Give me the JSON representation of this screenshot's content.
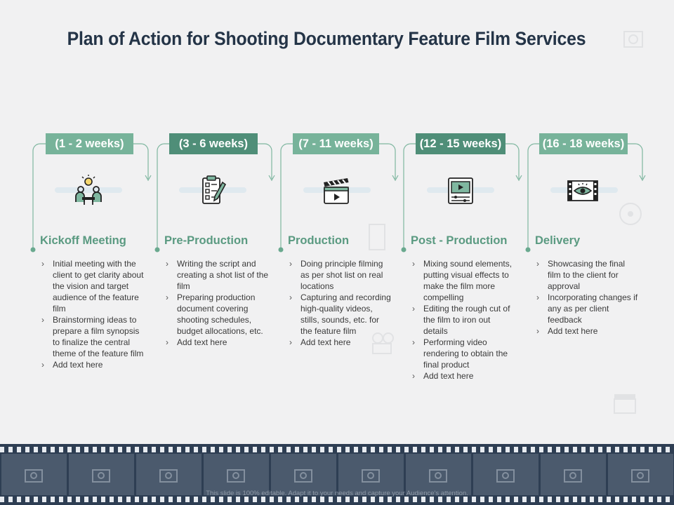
{
  "title": "Plan of Action for Shooting Documentary Feature Film Services",
  "colors": {
    "accent": "#6aa98f",
    "accent_dark": "#4f8e78",
    "title": "#243447",
    "film": "#2e3e53"
  },
  "stages": [
    {
      "badge": "(1 - 2 weeks)",
      "icon": "meeting-people-icon",
      "title": "Kickoff Meeting",
      "bullets": [
        "Initial meeting with the client to get clarity about the vision and target audience of the feature film",
        "Brainstorming ideas to prepare a film synopsis to finalize the central theme of the feature film",
        "Add text here"
      ]
    },
    {
      "badge": "(3 - 6 weeks)",
      "icon": "checklist-pencil-icon",
      "title": "Pre-Production",
      "bullets": [
        "Writing the script and creating a shot list of the film",
        "Preparing production document covering shooting schedules, budget allocations, etc.",
        "Add text here"
      ]
    },
    {
      "badge": "(7 - 11 weeks)",
      "icon": "clapperboard-icon",
      "title": "Production",
      "bullets": [
        "Doing principle filming as per shot list on real locations",
        "Capturing and recording high-quality videos, stills, sounds, etc. for the feature film",
        "Add text here"
      ]
    },
    {
      "badge": "(12 - 15 weeks)",
      "icon": "video-editor-icon",
      "title": "Post - Production",
      "bullets": [
        "Mixing sound elements, putting visual effects to make the film more compelling",
        "Editing the rough cut of the film to iron out details",
        "Performing video rendering to obtain the final product",
        "Add text here"
      ]
    },
    {
      "badge": "(16 - 18 weeks)",
      "icon": "film-eye-icon",
      "title": "Delivery",
      "bullets": [
        "Showcasing the final film to the client for approval",
        "Incorporating changes if any as per client feedback",
        "Add text here"
      ]
    }
  ],
  "footer": "This slide is 100% editable. Adapt it to your needs and capture your Audience's attention."
}
